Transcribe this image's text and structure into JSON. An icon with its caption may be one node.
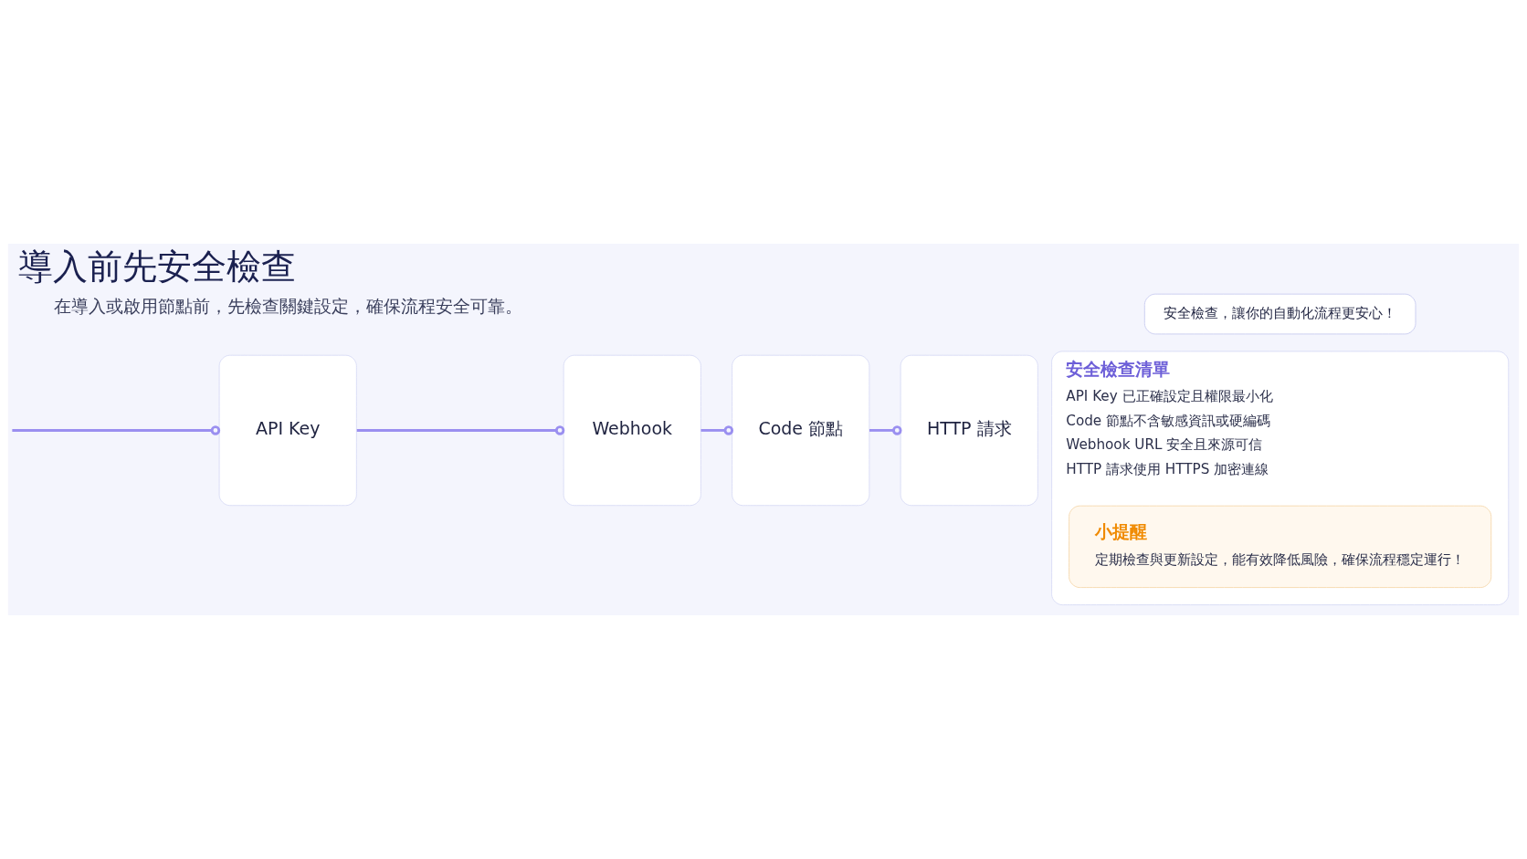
{
  "diagram": {
    "title": "導入前先安全檢查",
    "nodes": [
      {
        "text": [
          "API Key"
        ]
      },
      {
        "text": [
          "Webhook"
        ]
      },
      {
        "text": [
          "Code 節點"
        ]
      },
      {
        "text": [
          "HTTP 請求"
        ]
      },
      {
        "text": [
          "安全檢查，讓你的自動化流程更安心！"
        ]
      },
      {
        "text": [
          "安全檢查清單",
          "API Key 已正確設定且權限最小化",
          "Code 節點不含敏感資訊或硬編碼",
          "Webhook URL 安全且來源可信",
          "HTTP 請求使用 HTTPS 加密連線"
        ]
      },
      {
        "text": [
          "小提醒",
          "定期檢查與更新設定，能有效降低風險，確保流程穩定運行！"
        ],
        "in": 5
      }
    ],
    "edges": [
      {
        "from": null,
        "to": 0,
        "arrow": "other"
      },
      {
        "from": 0,
        "to": 1,
        "arrow": "other"
      },
      {
        "from": 1,
        "to": 2,
        "arrow": "other"
      },
      {
        "from": 2,
        "to": 3,
        "arrow": "other"
      }
    ],
    "labels": [
      "在導入或啟用節點前，先檢查關鍵設定，確保流程安全可靠。"
    ]
  }
}
